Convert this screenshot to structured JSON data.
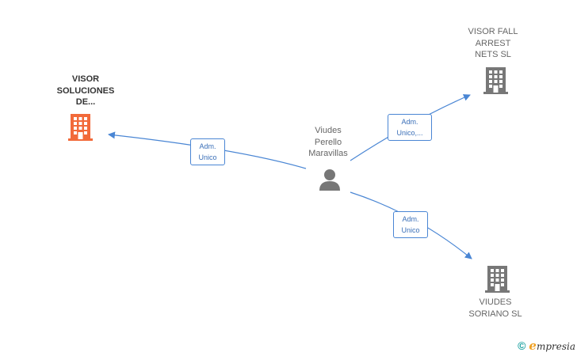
{
  "nodes": {
    "main_company": {
      "label": "VISOR\nSOLUCIONES\nDE...",
      "color": "#f26a3a"
    },
    "company_fall": {
      "label": "VISOR FALL\nARREST\nNETS SL",
      "color": "#777777"
    },
    "company_viudes": {
      "label": "VIUDES\nSORIANO SL",
      "color": "#777777"
    },
    "person": {
      "label": "Viudes\nPerello\nMaravillas",
      "color": "#777777"
    }
  },
  "edges": {
    "to_main": {
      "label": "Adm.\nUnico"
    },
    "to_fall": {
      "label": "Adm.\nUnico,..."
    },
    "to_viudes": {
      "label": "Adm.\nUnico"
    }
  },
  "colors": {
    "edge": "#4a86d4"
  },
  "footer": {
    "copyright_symbol": "©",
    "brand_initial": "e",
    "brand_rest": "mpresia"
  }
}
